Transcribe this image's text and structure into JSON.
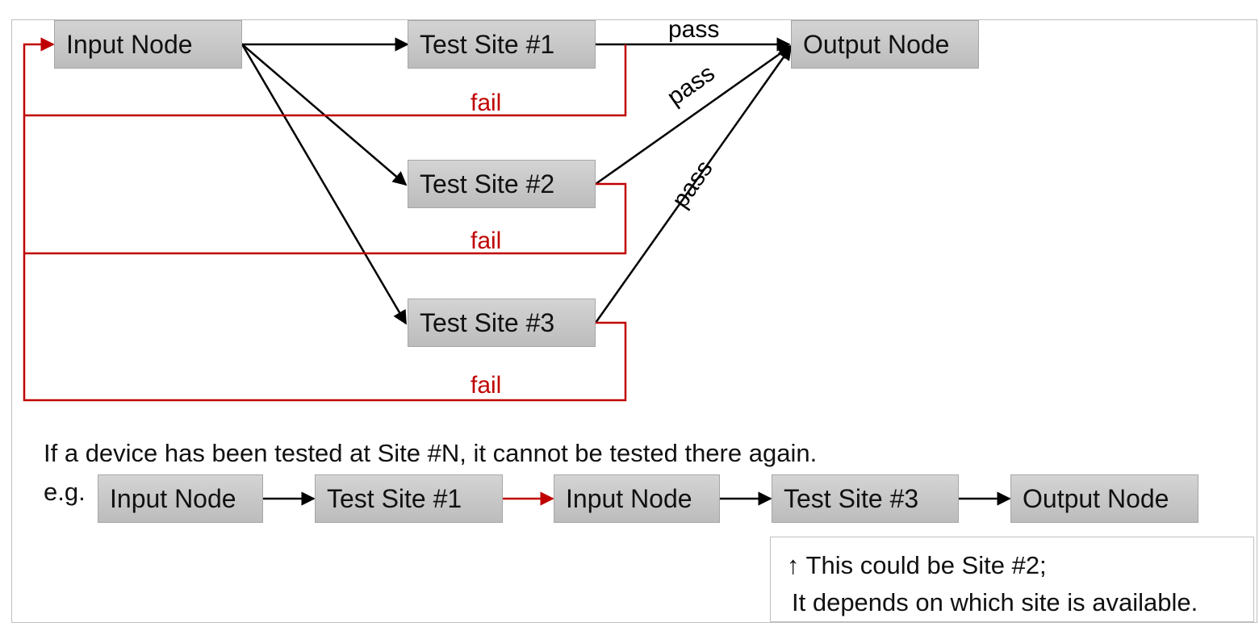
{
  "diagram": {
    "nodes": {
      "input": "Input Node",
      "site1": "Test Site #1",
      "site2": "Test Site #2",
      "site3": "Test Site #3",
      "output": "Output Node"
    },
    "edge_labels": {
      "pass": "pass",
      "fail": "fail"
    },
    "colors": {
      "pass_edge": "#000000",
      "fail_edge": "#c00000",
      "node_fill": "#c9c9c9"
    }
  },
  "rule": "If a device has been tested at Site #N, it cannot be tested there again.",
  "example": {
    "prefix": "e.g.",
    "sequence": [
      "Input Node",
      "Test Site #1",
      "Input Node",
      "Test Site #3",
      "Output Node"
    ]
  },
  "note": {
    "line1": "↑ This could be Site #2;",
    "line2": "It depends on which site is available."
  }
}
